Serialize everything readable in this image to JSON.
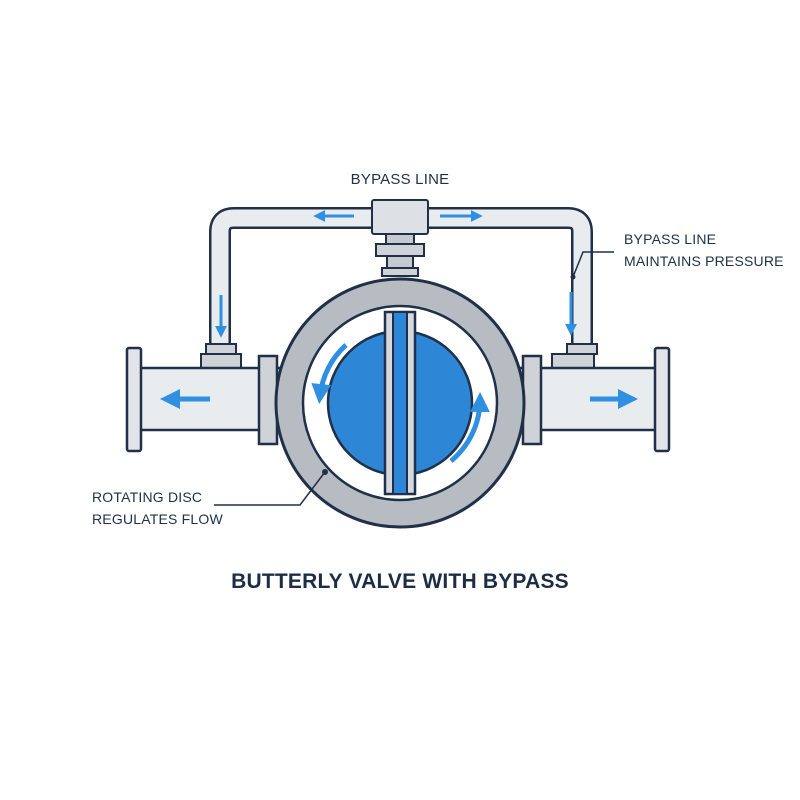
{
  "colors": {
    "outline": "#1f3048",
    "pipe_fill": "#e9ecef",
    "body_fill": "#b7bcc2",
    "disc_fill": "#2e86d6",
    "flow_arrow": "#2f8fe0"
  },
  "labels": {
    "bypass_line": "BYPASS LINE",
    "bypass_note_line1": "BYPASS LINE",
    "bypass_note_line2": "MAINTAINS PRESSURE",
    "disc_note_line1": "ROTATING DISC",
    "disc_note_line2": "REGULATES FLOW",
    "title": "BUTTERLY VALVE WITH BYPASS"
  }
}
